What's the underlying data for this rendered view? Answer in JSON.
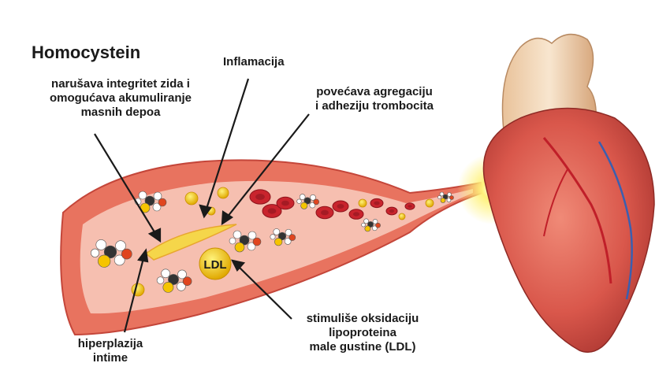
{
  "title": "Homocystein",
  "labels": {
    "wall_integrity": [
      "narušava integritet zida i",
      "omogućava akumuliranje",
      "masnih depoa"
    ],
    "inflammation": "Inflamacija",
    "platelets": [
      "povećava agregaciju",
      "i adheziju trombocita"
    ],
    "oxidation": [
      "stimuliše oksidaciju",
      "lipoproteina",
      "male gustine (LDL)"
    ],
    "hyperplasia": [
      "hiperplazija",
      "intime"
    ]
  },
  "ldl_badge": "LDL",
  "colors": {
    "vessel": "#e8735f",
    "vessel_inner": "#f6bfb0",
    "blood_cell": "#c9242d",
    "ldl": "#f5c400",
    "heart": "#d9574b",
    "aorta": "#f0d7b8",
    "glow": "#fff27a",
    "text": "#1a1a1a"
  }
}
